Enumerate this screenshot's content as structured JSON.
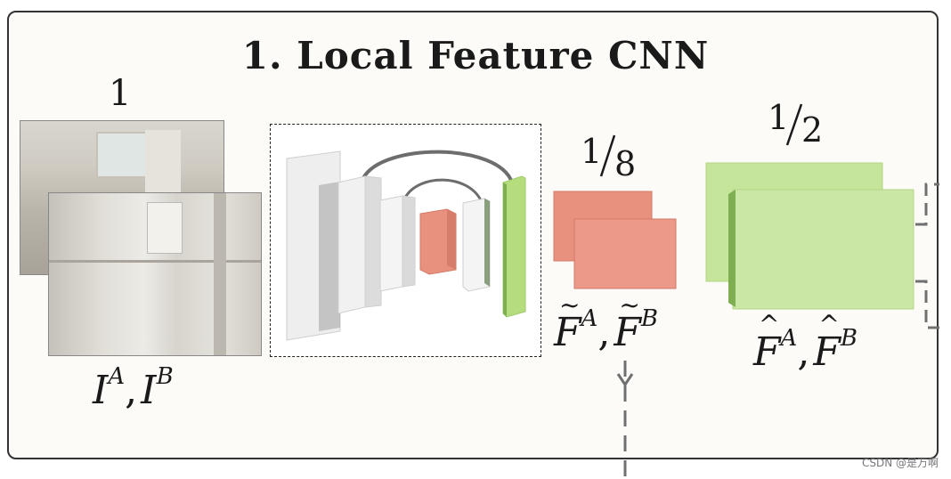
{
  "title": "1. Local Feature CNN",
  "input": {
    "scale": "1",
    "label_base": "I",
    "sup_a": "A",
    "sep": ",",
    "sup_b": "B"
  },
  "coarse": {
    "scale_num": "1",
    "scale_den": "8",
    "label_base": "F",
    "sup_a": "A",
    "sep": ",",
    "sup_b": "B",
    "accent": "~"
  },
  "fine": {
    "scale_num": "1",
    "scale_den": "2",
    "label_base": "F",
    "sup_a": "A",
    "sep": ",",
    "sup_b": "B",
    "accent": "^"
  },
  "watermark": "CSDN @是万啊",
  "colors": {
    "coarse_feature": "#e8917f",
    "fine_feature": "#c9e6a3",
    "backbone_block": "#efefef",
    "panel_border": "#333333",
    "arrow": "#707070"
  }
}
